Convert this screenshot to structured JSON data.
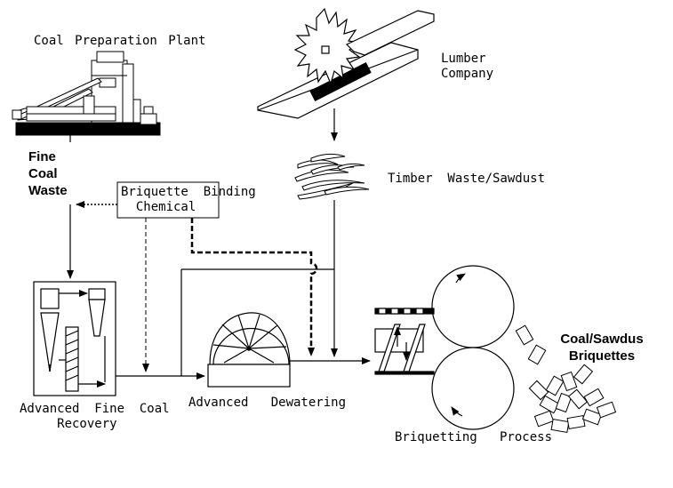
{
  "labels": {
    "coal_plant": "Coal Preparation Plant",
    "fine_coal_waste": "Fine\nCoal\nWaste",
    "binding_chemical": "Briquette  Binding\n  Chemical",
    "lumber_company": "Lumber\nCompany",
    "timber_waste": "Timber  Waste/Sawdust",
    "advanced_fine_coal": "Advanced  Fine  Coal\n     Recovery",
    "advanced_dewatering": "Advanced   Dewatering",
    "briquetting_process": "Briquetting   Process",
    "coal_sawdust_briquettes": "Coal/Sawdus Briquettes"
  },
  "colors": {
    "ink": "#000000",
    "paper": "#ffffff"
  },
  "icons": [
    "coal-plant-icon",
    "saw-mill-icon",
    "sawdust-icon",
    "recovery-unit-icon",
    "dewatering-drum-icon",
    "briquetting-rollers-icon",
    "briquettes-pile-icon"
  ]
}
